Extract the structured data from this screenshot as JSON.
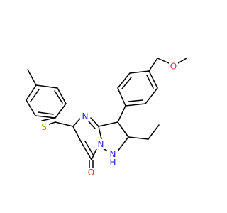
{
  "molecule": {
    "atoms": {
      "methoxy_o": "O",
      "sulfur": "S",
      "ring_n": "N",
      "bridge_n": "N",
      "nh": "NH",
      "carbonyl_o": "O"
    }
  },
  "colors": {
    "oxygen": "#e0261e",
    "nitrogen": "#1c24d8",
    "sulfur": "#b79a0d",
    "bond": "#000000",
    "background": "#ffffff"
  }
}
